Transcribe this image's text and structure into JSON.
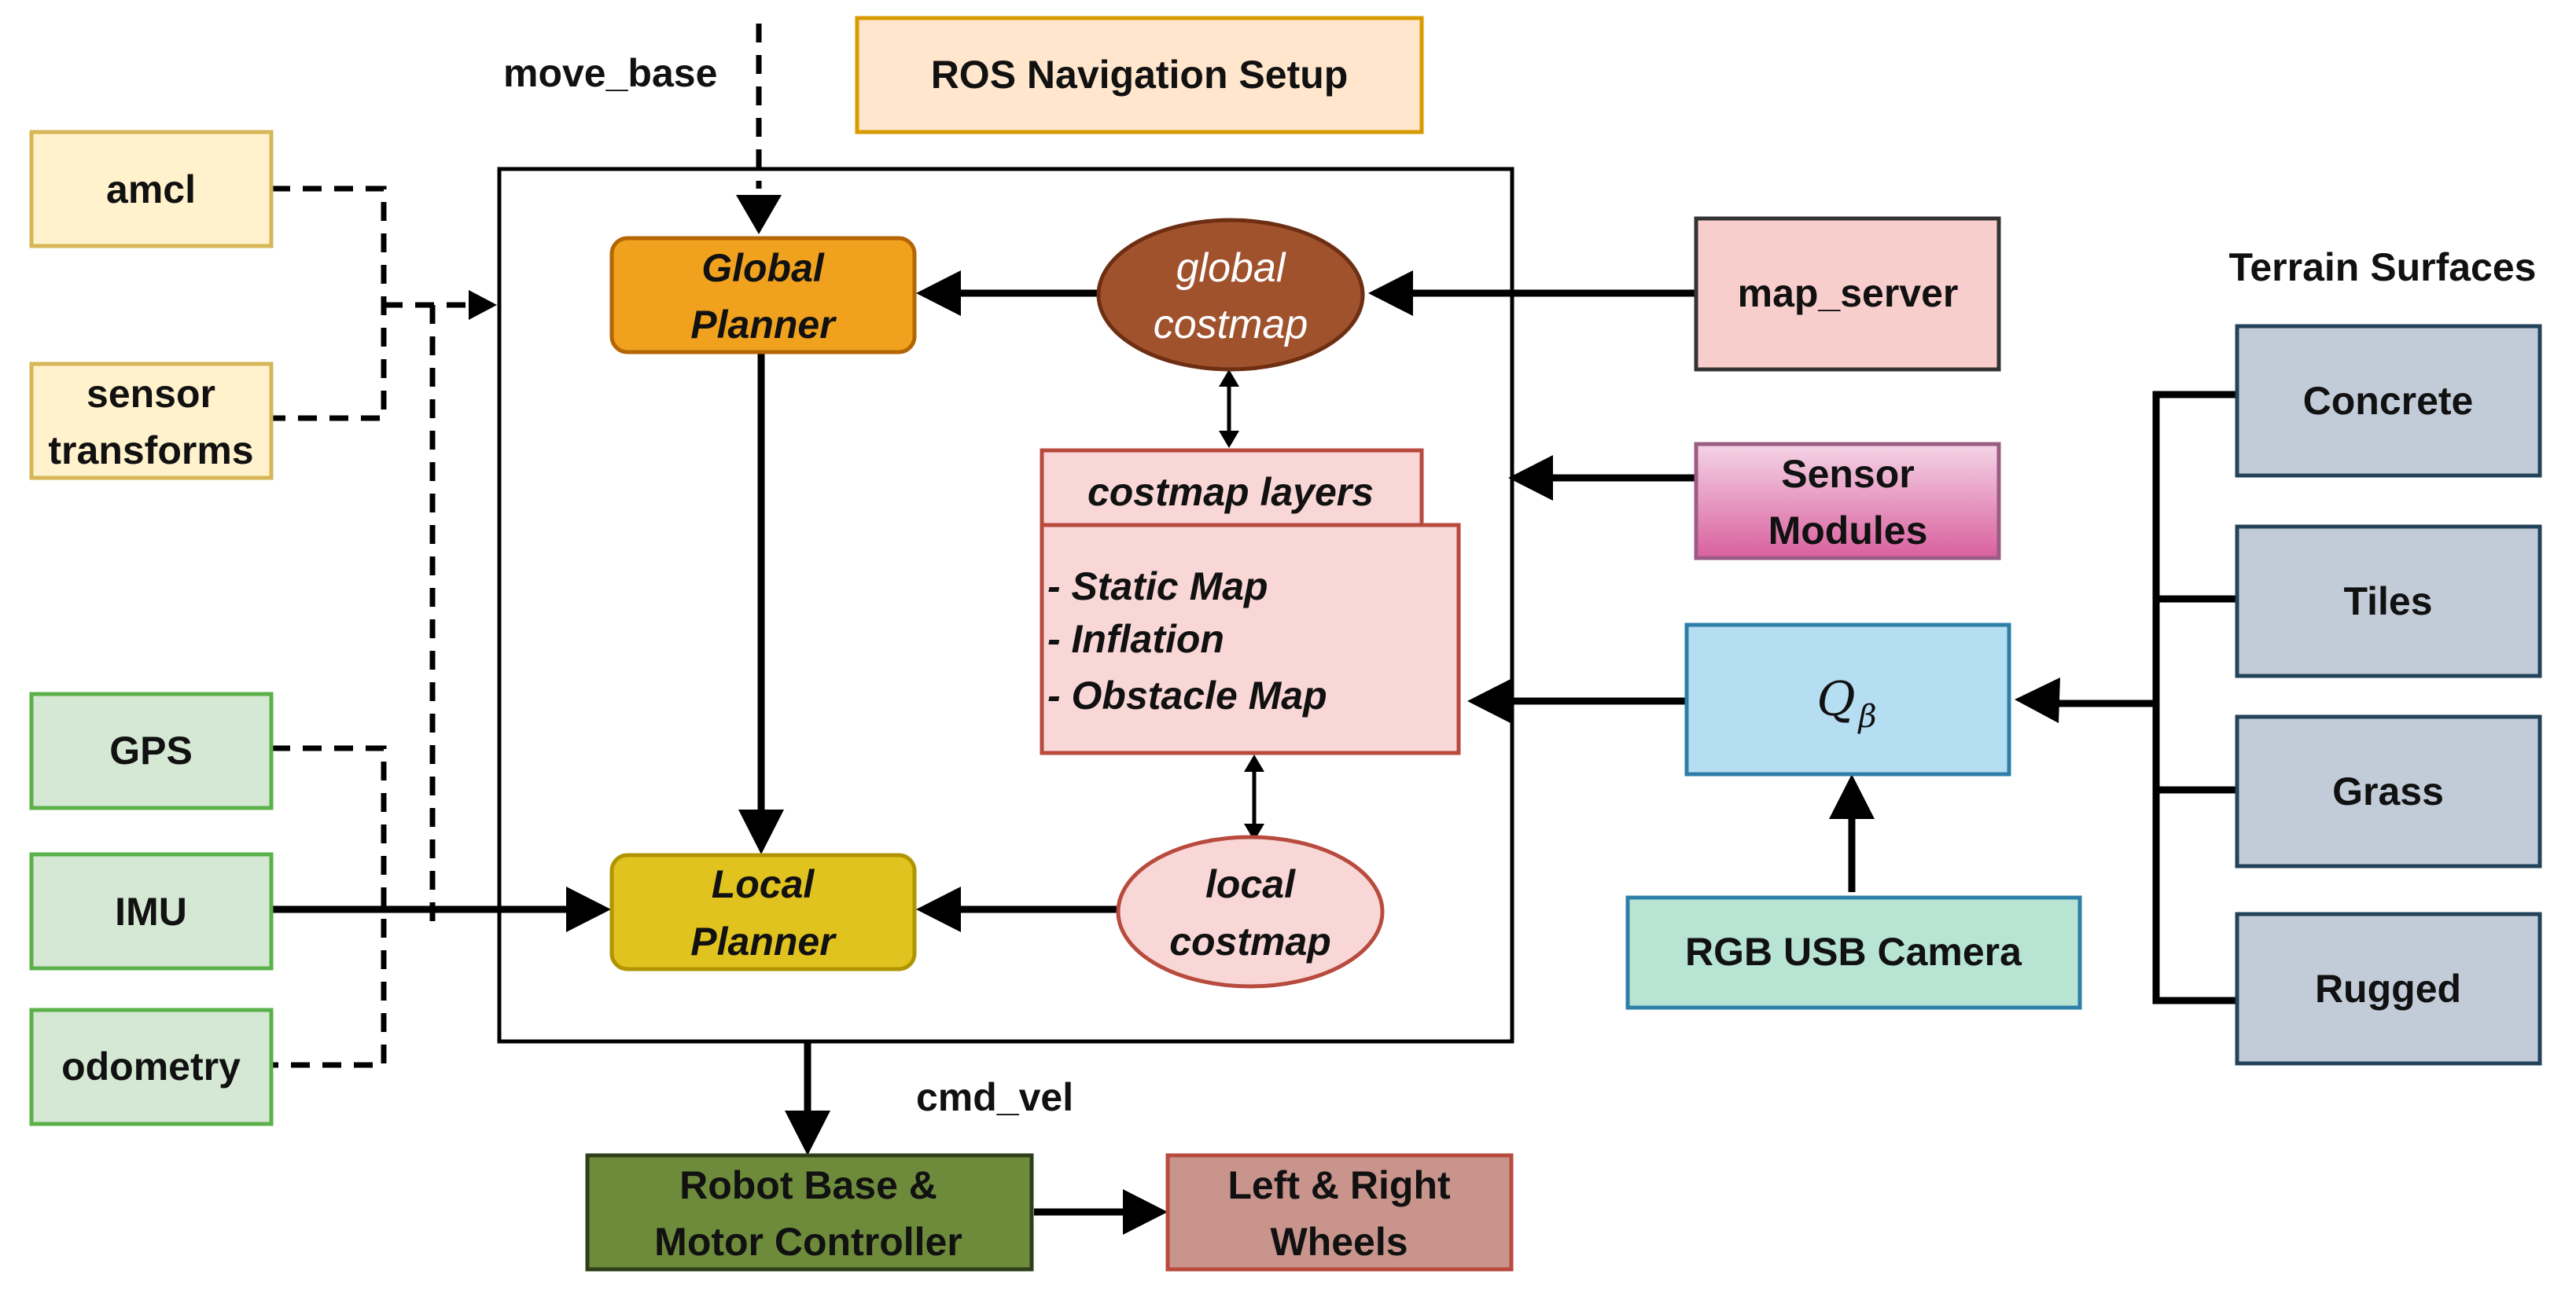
{
  "labels": {
    "move_base": "move_base",
    "title": "ROS Navigation Setup",
    "cmd_vel": "cmd_vel",
    "terrain_heading": "Terrain Surfaces"
  },
  "inputs_left": {
    "amcl": "amcl",
    "sensor_transforms": [
      "sensor",
      "transforms"
    ],
    "gps": "GPS",
    "imu": "IMU",
    "odometry": "odometry"
  },
  "core": {
    "global_planner": [
      "Global",
      "Planner"
    ],
    "global_costmap": [
      "global",
      "costmap"
    ],
    "costmap_layers_tab": "costmap layers",
    "costmap_layers": [
      "- Static Map",
      "- Inflation",
      "- Obstacle Map"
    ],
    "local_planner": [
      "Local",
      "Planner"
    ],
    "local_costmap": [
      "local",
      "costmap"
    ]
  },
  "inputs_right": {
    "map_server": "map_server",
    "sensor_modules": [
      "Sensor",
      "Modules"
    ],
    "q_symbol": "Q",
    "q_subscript": "β",
    "camera": "RGB USB Camera"
  },
  "terrain": [
    "Concrete",
    "Tiles",
    "Grass",
    "Rugged"
  ],
  "outputs": {
    "robot_base": [
      "Robot Base &",
      "Motor Controller"
    ],
    "wheels": [
      "Left & Right",
      "Wheels"
    ]
  },
  "colors": {
    "yellow_box": "#fff2cc",
    "yellow_border": "#d6b656",
    "green_box": "#d5e8d4",
    "green_border": "#5ab14a",
    "global_planner": "#f0a21e",
    "global_costmap": "#a0522d",
    "costmap_layers": "#f8d7d6",
    "costmap_border": "#b84a3e",
    "local_planner": "#e0c31f",
    "map_server": "#f8cecc",
    "sensor_modules_top": "#f4d4e6",
    "sensor_modules_bottom": "#d9609e",
    "q_box": "#b5def2",
    "q_border": "#2e7fa8",
    "camera_box": "#b7e4d3",
    "terrain_box": "#c2ccd8",
    "terrain_border": "#23435a",
    "robot_base": "#6d8b3b",
    "wheels": "#c8948c",
    "title_box": "#ffe6cc"
  }
}
